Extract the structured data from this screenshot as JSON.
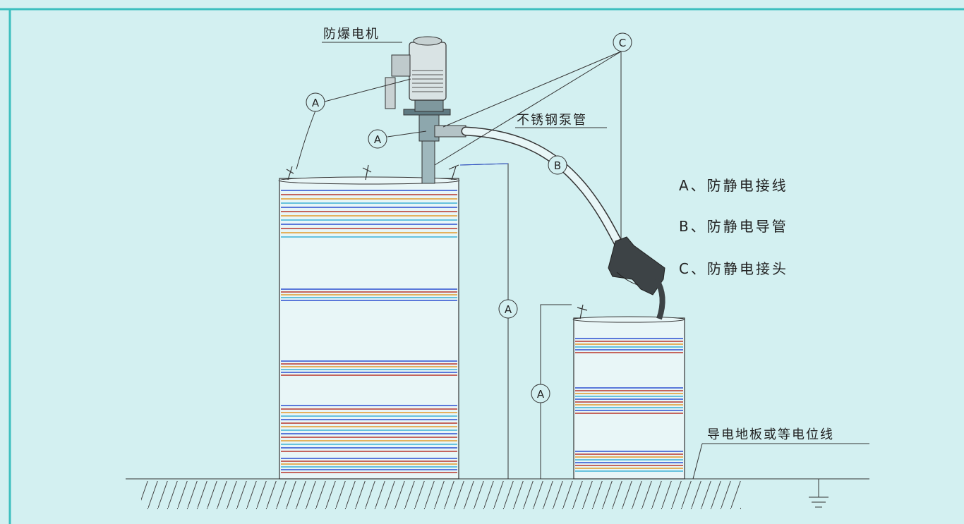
{
  "colors": {
    "background": "#d3f0f1",
    "frame": "#3cbfbf",
    "line": "#333333",
    "band_blue": "#2a4fd0",
    "band_red": "#b8352b",
    "band_orange": "#e29a2a",
    "band_cyan": "#3ab0d6"
  },
  "labels": {
    "motor": "防爆电机",
    "pump_tube": "不锈钢泵管",
    "floor": "导电地板或等电位线"
  },
  "legend": [
    {
      "text": "A、防静电接线"
    },
    {
      "text": "B、防静电导管"
    },
    {
      "text": "C、防静电接头"
    }
  ],
  "markers": {
    "A": "A",
    "B": "B",
    "C": "C"
  },
  "icons": {
    "ground": "ground-symbol-icon"
  }
}
